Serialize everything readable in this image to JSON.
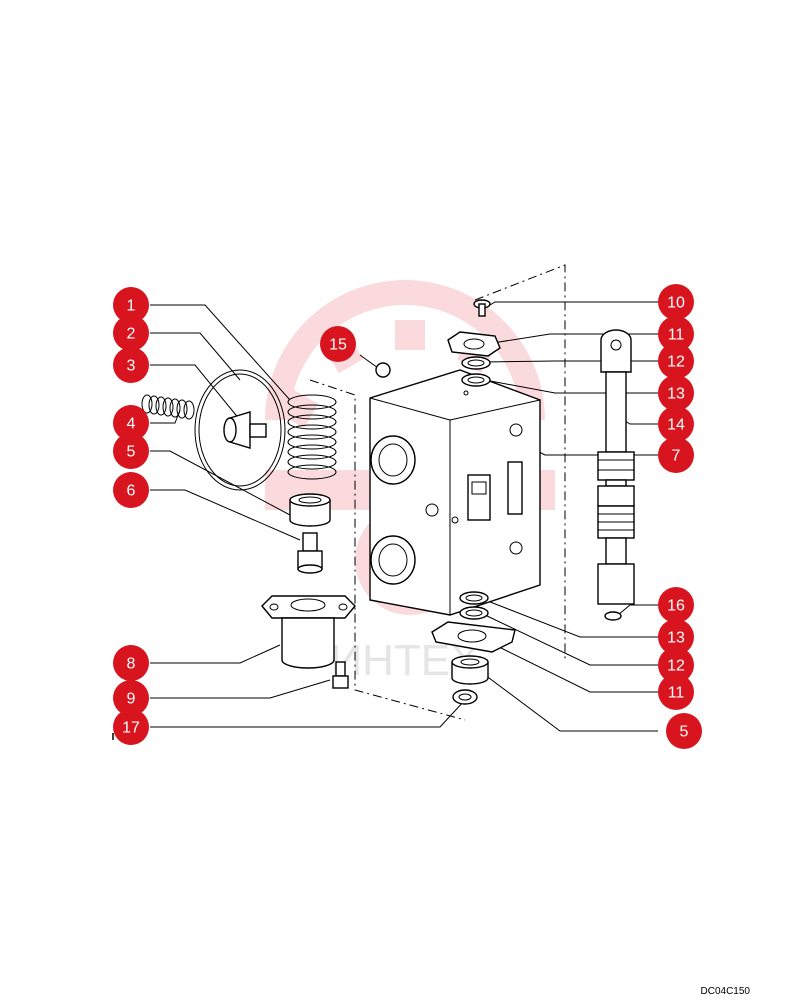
{
  "drawing_code": "DC04C150",
  "watermark_text": "ИНТЕХ",
  "colors": {
    "callout": "#d8141f",
    "watermark": "#e3202a",
    "line": "#000000",
    "background": "#ffffff"
  },
  "callouts": [
    {
      "label": "1"
    },
    {
      "label": "2"
    },
    {
      "label": "3"
    },
    {
      "label": "4"
    },
    {
      "label": "5"
    },
    {
      "label": "6"
    },
    {
      "label": "8"
    },
    {
      "label": "9"
    },
    {
      "label": "17"
    },
    {
      "label": "15"
    },
    {
      "label": "10"
    },
    {
      "label": "11"
    },
    {
      "label": "12"
    },
    {
      "label": "13"
    },
    {
      "label": "14"
    },
    {
      "label": "7"
    },
    {
      "label": "16"
    },
    {
      "label": "13"
    },
    {
      "label": "12"
    },
    {
      "label": "11"
    },
    {
      "label": "5"
    }
  ]
}
